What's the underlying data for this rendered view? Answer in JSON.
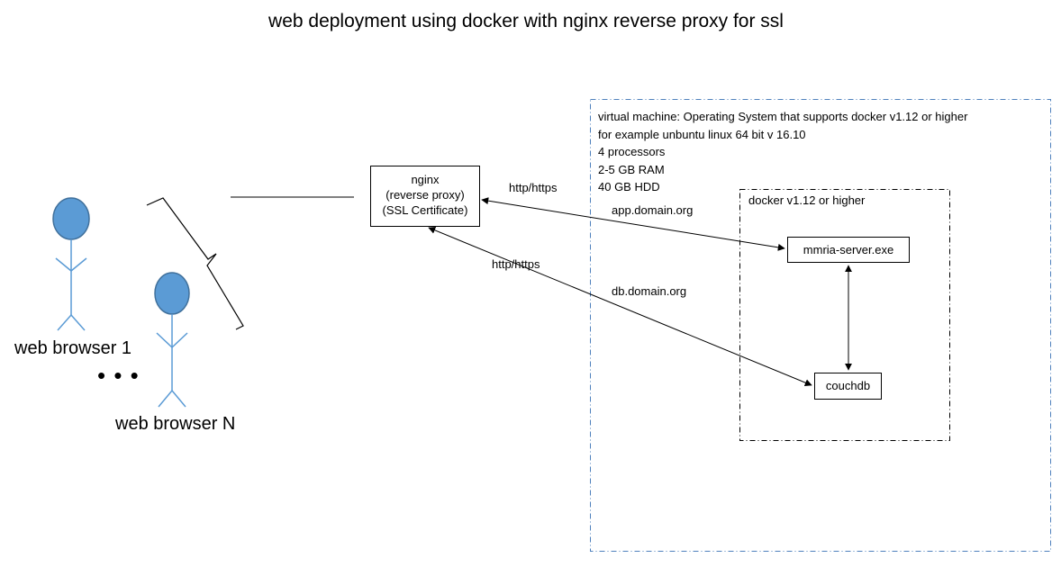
{
  "title": "web deployment using docker with nginx reverse proxy for ssl",
  "nginx": {
    "line1": "nginx",
    "line2": "(reverse proxy)",
    "line3": "(SSL Certificate)"
  },
  "virtual_machine": {
    "lines": [
      "virtual machine:  Operating System that supports docker  v1.12 or higher",
      "for example unbuntu  linux 64 bit v 16.10",
      "4 processors",
      "2-5 GB RAM",
      "40 GB HDD"
    ]
  },
  "docker": {
    "label": "docker  v1.12 or higher"
  },
  "services": {
    "server": "mmria-server.exe",
    "db": "couchdb"
  },
  "edges": {
    "app_protocol": "http/https",
    "app_domain": "app.domain.org",
    "db_protocol": "http/https",
    "db_domain": "db.domain.org"
  },
  "users": {
    "first": "web browser 1",
    "ellipsis": "• • •",
    "last": "web browser N"
  },
  "colors": {
    "person_fill": "#5b9bd5",
    "person_stroke": "#41719c",
    "vm_border": "#4f81bd",
    "line": "#000000"
  }
}
